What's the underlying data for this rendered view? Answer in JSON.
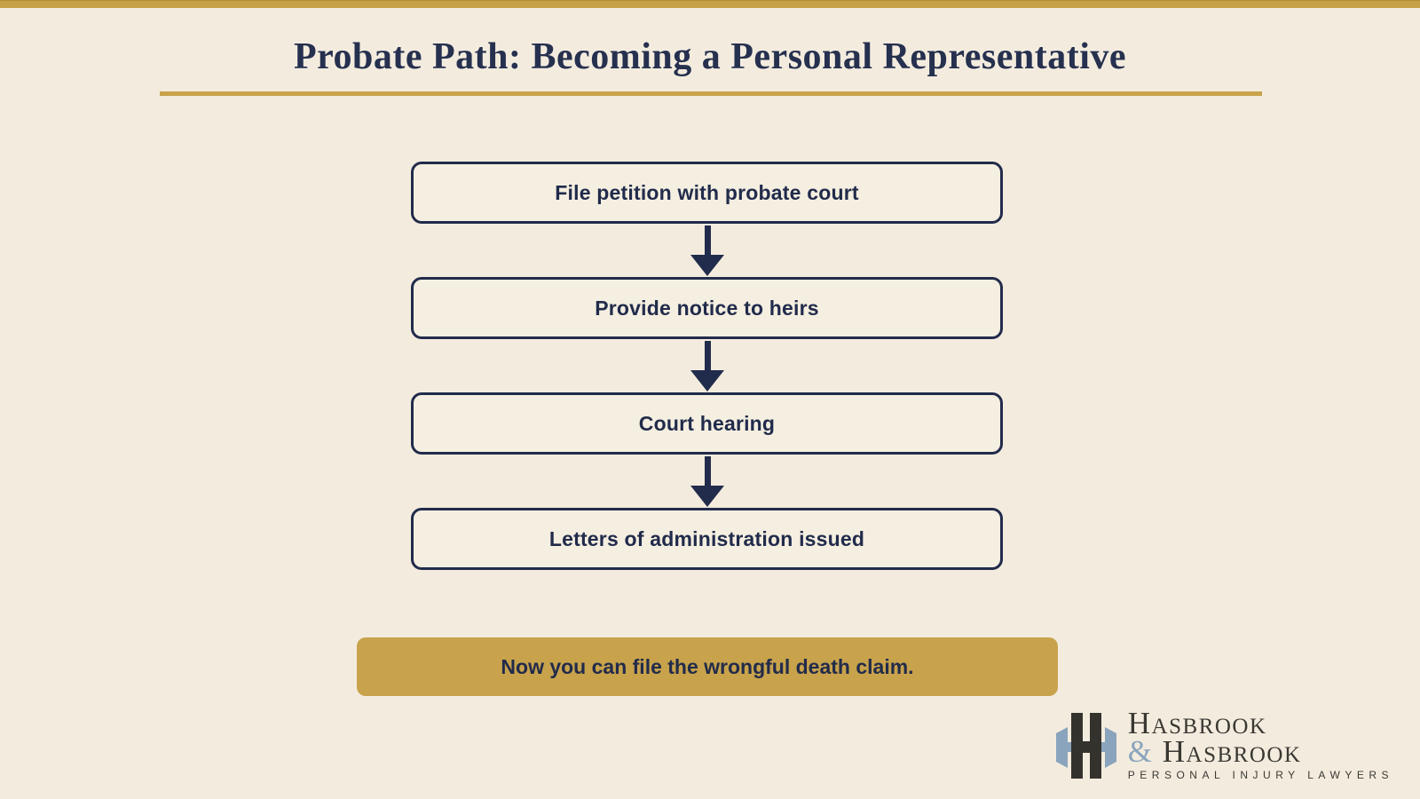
{
  "colors": {
    "background": "#f3ecde",
    "navy": "#212b4b",
    "gold_bar": "#c6a147",
    "gold_rule": "#c8a24b",
    "gold_result_box": "#c8a34c",
    "logo_dark": "#3a3833",
    "logo_blue": "#8aa4bd"
  },
  "header": {
    "title": "Probate Path: Becoming a Personal Representative"
  },
  "flowchart": {
    "steps": [
      {
        "label": "File petition with probate court"
      },
      {
        "label": "Provide notice to heirs"
      },
      {
        "label": "Court hearing"
      },
      {
        "label": "Letters of administration issued"
      }
    ],
    "result": "Now you can file the wrongful death claim."
  },
  "logo": {
    "line1": "Hasbrook",
    "amp": "&",
    "line2": "Hasbrook",
    "tagline": "PERSONAL INJURY LAWYERS"
  }
}
